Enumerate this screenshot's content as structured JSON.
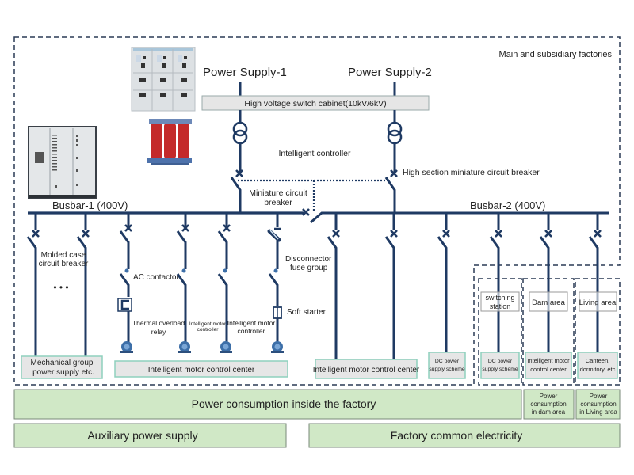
{
  "header": {
    "region_label": "Main and subsidiary factories"
  },
  "supplies": [
    {
      "label": "Power Supply-1"
    },
    {
      "label": "Power Supply-2"
    }
  ],
  "hv_cabinet": {
    "label": "High voltage switch cabinet(10kV/6kV)"
  },
  "controller": {
    "label": "Intelligent controller"
  },
  "breakers": {
    "miniature_line1": "Miniature circuit",
    "miniature_line2": "breaker",
    "high_section": "High section miniature circuit breaker"
  },
  "busbars": [
    {
      "label": "Busbar-1 (400V)"
    },
    {
      "label": "Busbar-2 (400V)"
    }
  ],
  "feeder_labels": {
    "molded_line1": "Molded case",
    "molded_line2": "circuit breaker",
    "ellipsis": "• • •",
    "ac_contactor": "AC contactor",
    "thermal_line1": "Thermal overload",
    "thermal_line2": "relay",
    "imc_small_line1": "Intelligent motor",
    "imc_small_line2": "controller",
    "imc_line1": "Intelligent motor",
    "imc_line2": "controller",
    "disconnector_line1": "Disconnector",
    "disconnector_line2": "fuse group",
    "soft_starter": "Soft starter"
  },
  "load_boxes": {
    "mechanical_line1": "Mechanical group",
    "mechanical_line2": "power supply etc.",
    "imcc_left": "Intelligent motor control center",
    "imcc_mid": "Intelligent motor control center",
    "dc1_line1": "DC power",
    "dc1_line2": "supply scheme",
    "dc2_line1": "DC power",
    "dc2_line2": "supply scheme",
    "imcc_dam_line1": "Intelligent motor",
    "imcc_dam_line2": "control center",
    "canteen_line1": "Canteen,",
    "canteen_line2": "dormitory, etc"
  },
  "areas": {
    "switching_line1": "switching",
    "switching_line2": "station",
    "dam": "Dam area",
    "living": "Living area"
  },
  "bands": {
    "inside_factory": "Power consumption inside the factory",
    "dam_line1": "Power",
    "dam_line2": "consumption",
    "dam_line3": "in dam area",
    "living_line1": "Power",
    "living_line2": "consumption",
    "living_line3": "in Living area",
    "auxiliary": "Auxiliary power supply",
    "common": "Factory common electricity"
  },
  "colors": {
    "wire": "#1f3a63",
    "band_fill": "#d0e8c6",
    "load_border": "#8fd1bd",
    "box_fill": "#e6e6e6"
  }
}
